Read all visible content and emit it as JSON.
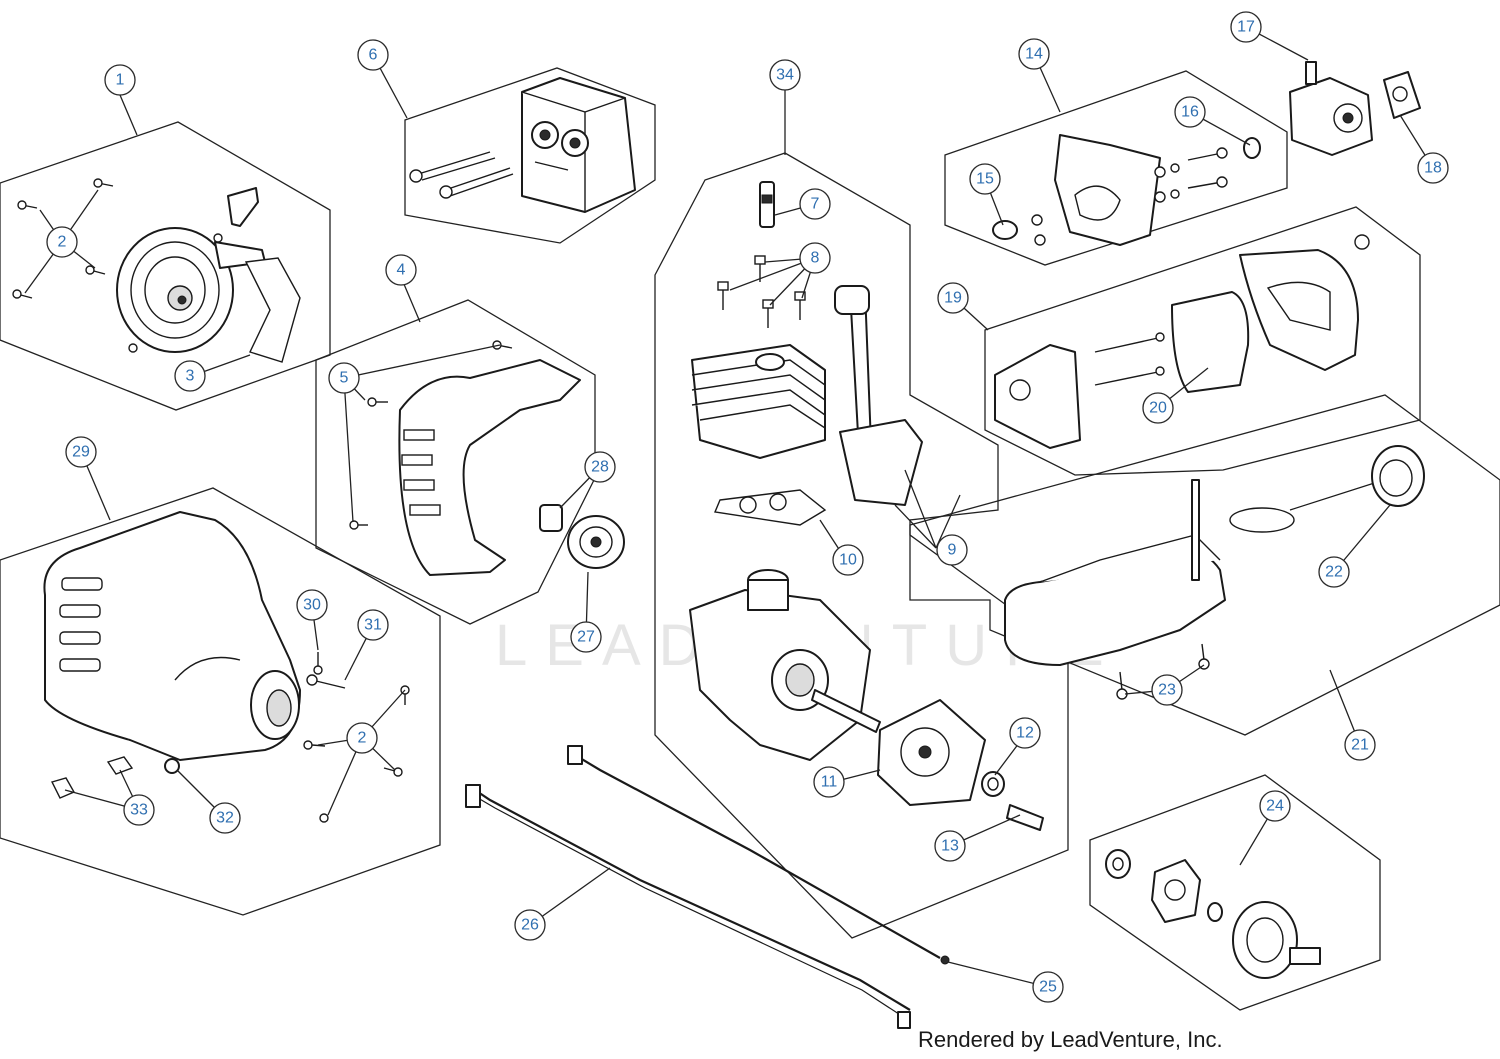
{
  "watermark_text": "LEADVENTURE",
  "credit_text": "Rendered by LeadVenture, Inc.",
  "callout_color": "#2f6fb0",
  "callouts": {
    "c1": "1",
    "c2a": "2",
    "c2b": "2",
    "c3": "3",
    "c4": "4",
    "c5": "5",
    "c6": "6",
    "c7": "7",
    "c8": "8",
    "c9": "9",
    "c10": "10",
    "c11": "11",
    "c12": "12",
    "c13": "13",
    "c14": "14",
    "c15": "15",
    "c16": "16",
    "c17": "17",
    "c18": "18",
    "c19": "19",
    "c20": "20",
    "c21": "21",
    "c22": "22",
    "c23": "23",
    "c24": "24",
    "c25": "25",
    "c26": "26",
    "c27": "27",
    "c28": "28",
    "c29": "29",
    "c30": "30",
    "c31": "31",
    "c32": "32",
    "c33": "33",
    "c34": "34"
  }
}
